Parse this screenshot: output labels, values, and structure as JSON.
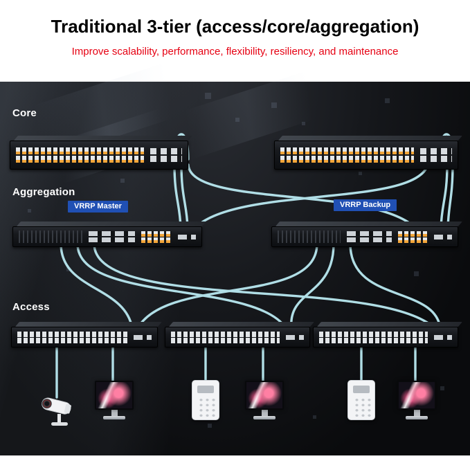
{
  "header": {
    "title": "Traditional 3-tier (access/core/aggregation)",
    "subtitle": "Improve scalability, performance, flexibility, resiliency, and maintenance"
  },
  "tiers": [
    {
      "label": "Core"
    },
    {
      "label": "Aggregation"
    },
    {
      "label": "Access"
    }
  ],
  "vrrp": {
    "master": "VRRP Master",
    "backup": "VRRP Backup"
  },
  "topology": {
    "core_switch_count": 2,
    "aggregation_switch_count": 2,
    "access_switch_count": 3,
    "core_links_to": "both aggregation switches",
    "aggregation_links_to": "all three access switches"
  },
  "devices": [
    {
      "type": "ip-camera"
    },
    {
      "type": "desktop-monitor"
    },
    {
      "type": "keypad-phone"
    },
    {
      "type": "desktop-monitor"
    },
    {
      "type": "keypad-phone"
    },
    {
      "type": "desktop-monitor"
    }
  ],
  "colors": {
    "subtitle_red": "#e60012",
    "cable_cyan": "#b9e9f1",
    "vrrp_badge_blue": "#2050b4",
    "port_orange": "#f3a63a",
    "panel_dark": "#0a0b0d"
  }
}
